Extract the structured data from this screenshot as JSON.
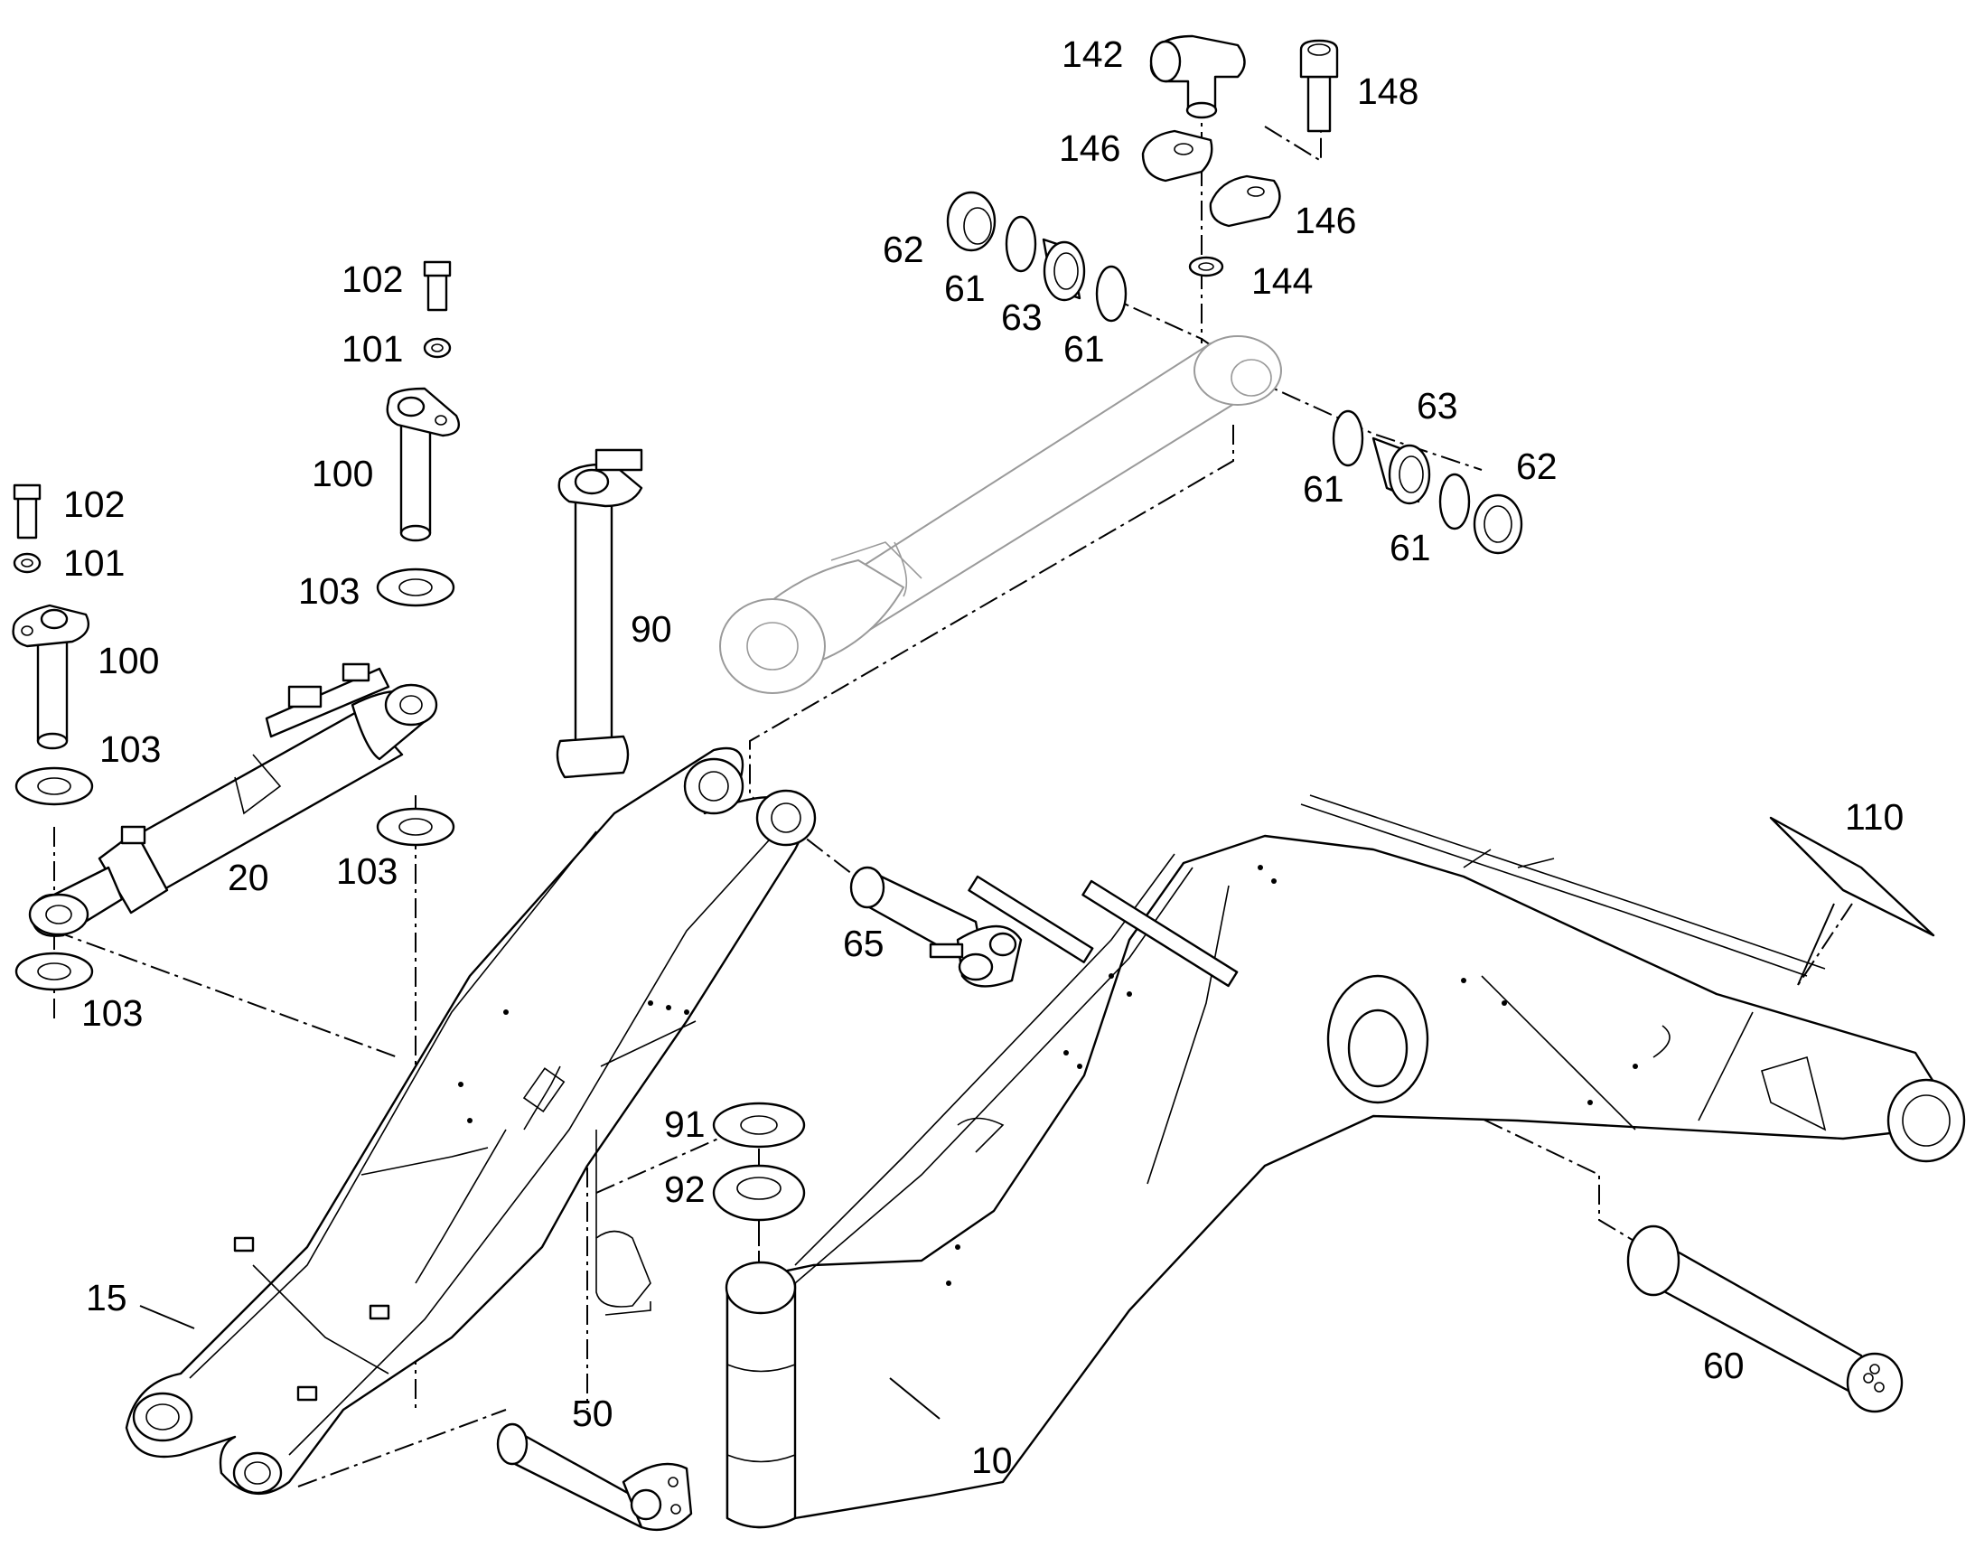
{
  "diagram": {
    "callouts": [
      {
        "id": "c142",
        "text": "142"
      },
      {
        "id": "c148",
        "text": "148"
      },
      {
        "id": "c146a",
        "text": "146"
      },
      {
        "id": "c146b",
        "text": "146"
      },
      {
        "id": "c62a",
        "text": "62"
      },
      {
        "id": "c61a",
        "text": "61"
      },
      {
        "id": "c63a",
        "text": "63"
      },
      {
        "id": "c61b",
        "text": "61"
      },
      {
        "id": "c144",
        "text": "144"
      },
      {
        "id": "c63b",
        "text": "63"
      },
      {
        "id": "c61c",
        "text": "61"
      },
      {
        "id": "c62b",
        "text": "62"
      },
      {
        "id": "c61d",
        "text": "61"
      },
      {
        "id": "c102a",
        "text": "102"
      },
      {
        "id": "c101a",
        "text": "101"
      },
      {
        "id": "c100a",
        "text": "100"
      },
      {
        "id": "c103a",
        "text": "103"
      },
      {
        "id": "c90",
        "text": "90"
      },
      {
        "id": "c102b",
        "text": "102"
      },
      {
        "id": "c101b",
        "text": "101"
      },
      {
        "id": "c100b",
        "text": "100"
      },
      {
        "id": "c103b",
        "text": "103"
      },
      {
        "id": "c20",
        "text": "20"
      },
      {
        "id": "c103c",
        "text": "103"
      },
      {
        "id": "c103d",
        "text": "103"
      },
      {
        "id": "c110",
        "text": "110"
      },
      {
        "id": "c65",
        "text": "65"
      },
      {
        "id": "c91",
        "text": "91"
      },
      {
        "id": "c92",
        "text": "92"
      },
      {
        "id": "c15",
        "text": "15"
      },
      {
        "id": "c50",
        "text": "50"
      },
      {
        "id": "c60",
        "text": "60"
      },
      {
        "id": "c10",
        "text": "10"
      }
    ]
  }
}
